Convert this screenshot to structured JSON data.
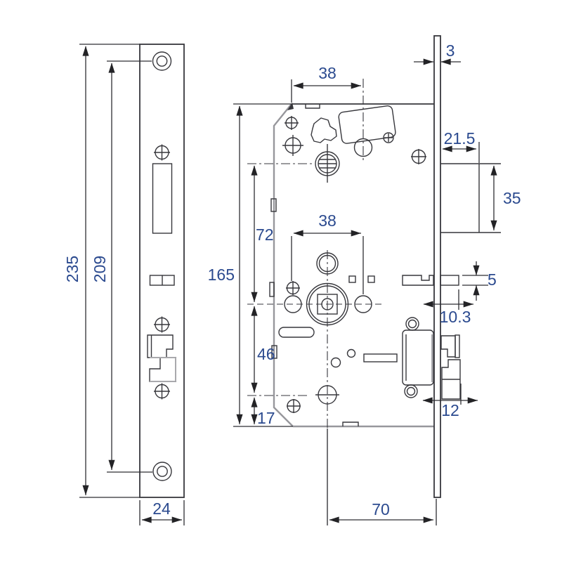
{
  "drawing": {
    "type": "mortise-lock-technical-drawing",
    "views": {
      "front_faceplate": "front view of faceplate",
      "side_case": "side view of lock case with forend"
    }
  },
  "dims": {
    "plate_height": "235",
    "screw_spacing": "209",
    "plate_width": "24",
    "top_span": "38",
    "hub_span": "38",
    "spring_to_hub": "72",
    "case_height": "165",
    "hub_to_lower_hole": "46",
    "lower_hole_to_bottom": "17",
    "forend_thickness": "3",
    "cylinder_inset": "21.5",
    "cylinder_height": "35",
    "latch_height": "5",
    "latch_projection": "10.3",
    "deadbolt_projection": "12",
    "backset": "70"
  },
  "colors": {
    "line": "#37373c",
    "outline_gray": "#97979c",
    "dimension_text": "#2b4a8f",
    "background": "#ffffff"
  }
}
